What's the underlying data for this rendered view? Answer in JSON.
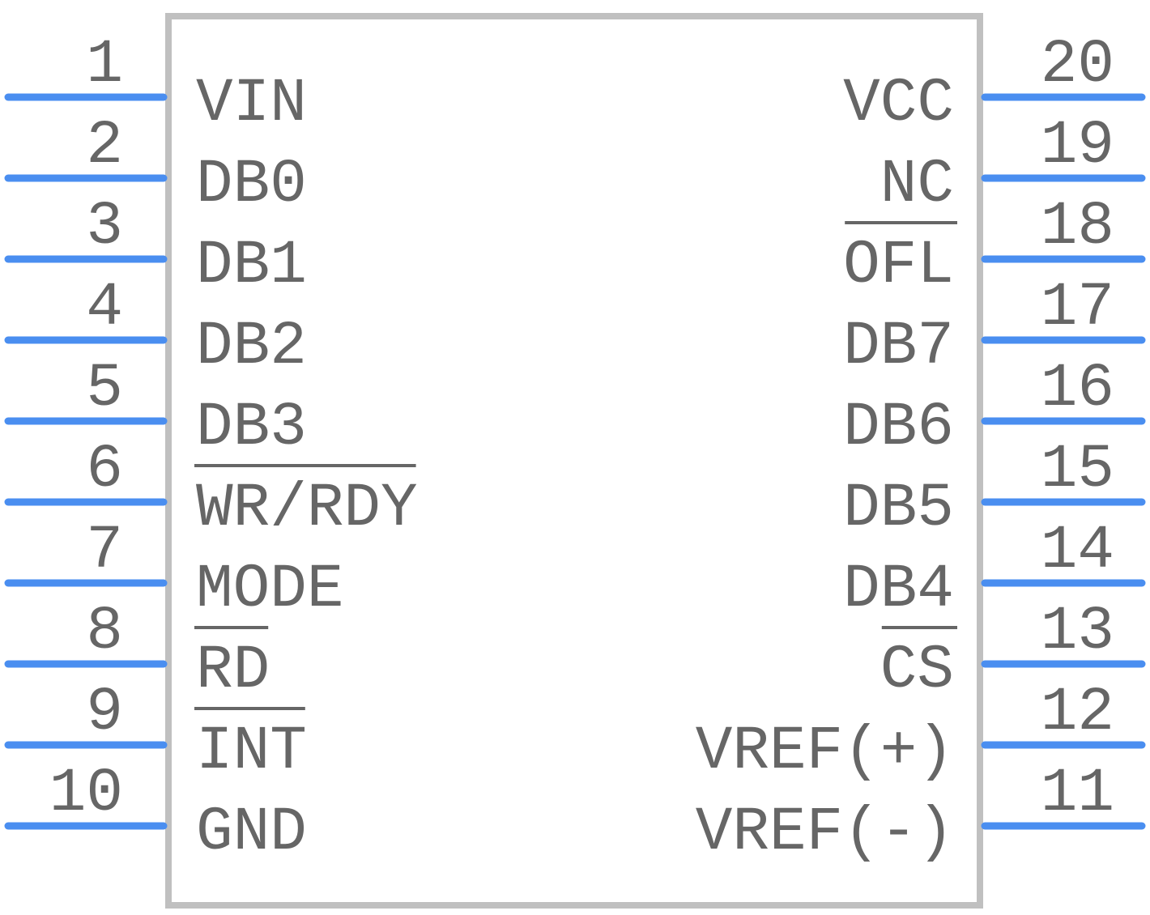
{
  "component": {
    "outline_color": "#c0c0c0",
    "pin_color": "#4a8ef0",
    "text_color": "#666666"
  },
  "pins": {
    "left": [
      {
        "number": "1",
        "name": "VIN",
        "overbar": false
      },
      {
        "number": "2",
        "name": "DB0",
        "overbar": false
      },
      {
        "number": "3",
        "name": "DB1",
        "overbar": false
      },
      {
        "number": "4",
        "name": "DB2",
        "overbar": false
      },
      {
        "number": "5",
        "name": "DB3",
        "overbar": false
      },
      {
        "number": "6",
        "name": "WR/RDY",
        "overbar": true
      },
      {
        "number": "7",
        "name": "MODE",
        "overbar": false
      },
      {
        "number": "8",
        "name": "RD",
        "overbar": true
      },
      {
        "number": "9",
        "name": "INT",
        "overbar": true
      },
      {
        "number": "10",
        "name": "GND",
        "overbar": false
      }
    ],
    "right": [
      {
        "number": "20",
        "name": "VCC",
        "overbar": false
      },
      {
        "number": "19",
        "name": "NC",
        "overbar": false
      },
      {
        "number": "18",
        "name": "OFL",
        "overbar": true
      },
      {
        "number": "17",
        "name": "DB7",
        "overbar": false
      },
      {
        "number": "16",
        "name": "DB6",
        "overbar": false
      },
      {
        "number": "15",
        "name": "DB5",
        "overbar": false
      },
      {
        "number": "14",
        "name": "DB4",
        "overbar": false
      },
      {
        "number": "13",
        "name": "CS",
        "overbar": true
      },
      {
        "number": "12",
        "name": "VREF(+)",
        "overbar": false
      },
      {
        "number": "11",
        "name": "VREF(-)",
        "overbar": false
      }
    ]
  }
}
